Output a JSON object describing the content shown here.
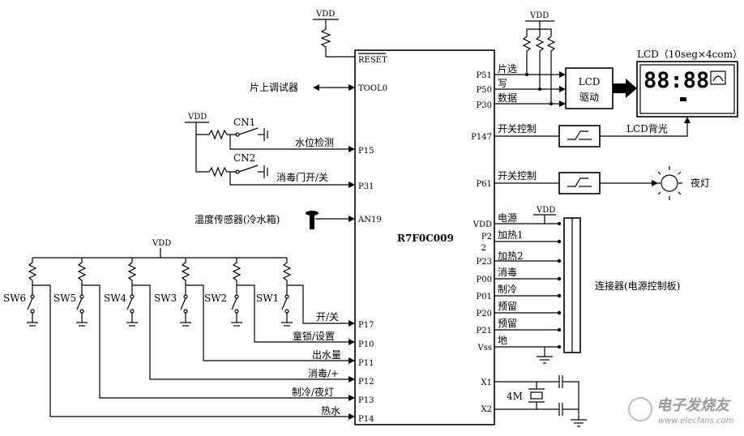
{
  "mcu": {
    "name": "R7F0C009"
  },
  "power": {
    "vdd": "VDD",
    "vdd_main": "V",
    "vdd_sub": "DD"
  },
  "left_pins": {
    "reset": "RESET",
    "tool0": "TOOL0",
    "p15": "P15",
    "p31": "P31",
    "an19": "AN19",
    "p17": "P17",
    "p10": "P10",
    "p11": "P11",
    "p12": "P12",
    "p13": "P13",
    "p14": "P14"
  },
  "right_pins": {
    "p51": "P51",
    "p50": "P50",
    "p30": "P30",
    "p147": "P147",
    "p61": "P61",
    "vdd": "VDD",
    "p22_a": "P2",
    "p22_b": "2",
    "p23": "P23",
    "p00": "P00",
    "p01": "P01",
    "p20": "P20",
    "p21": "P21",
    "vss": "Vss",
    "x1": "X1",
    "x2": "X2"
  },
  "left_labels": {
    "debugger": "片上调试器",
    "water_level": "水位检测",
    "door": "消毒门开/关",
    "temp_sensor": "温度传感器(冷水箱)",
    "on_off": "开/关",
    "child_lock": "童锁/设置",
    "water_out": "出水量",
    "sterilize_plus": "消毒/+",
    "cool_night": "制冷/夜灯",
    "hot_water": "热水"
  },
  "switches": {
    "cn1": "CN1",
    "cn2": "CN2",
    "sw1": "SW1",
    "sw2": "SW2",
    "sw3": "SW3",
    "sw4": "SW4",
    "sw5": "SW5",
    "sw6": "SW6"
  },
  "right_labels": {
    "chip_select": "片选",
    "write": "写",
    "data": "数据",
    "switch_ctrl_1": "开关控制",
    "switch_ctrl_2": "开关控制",
    "power": "电源",
    "heat1": "加热1",
    "heat2": "加热2",
    "sterilize": "消毒",
    "cooling": "制冷",
    "reserved1": "预留",
    "reserved2": "预留",
    "ground": "地"
  },
  "blocks": {
    "lcd_driver_1": "LCD",
    "lcd_driver_2": "驱动",
    "lcd_title": "LCD（10seg×4com）",
    "lcd_digits": "88:88",
    "backlight": "LCD背光",
    "night_light": "夜灯",
    "connector": "连接器(电源控制板)",
    "crystal": "4M"
  },
  "watermark": {
    "brand": "电子发烧友",
    "url": "www.elecfans.com"
  }
}
